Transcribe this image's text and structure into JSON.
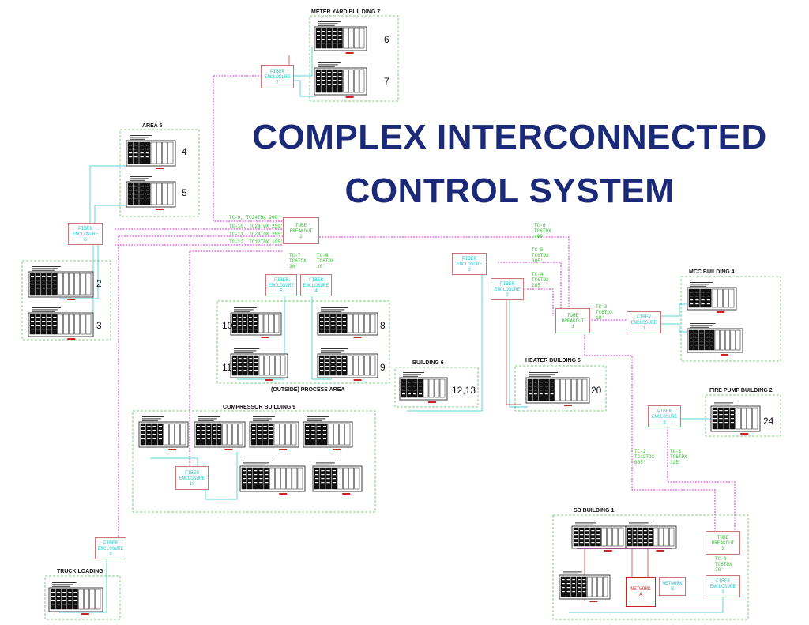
{
  "title": {
    "line1": "COMPLEX INTERCONNECTED",
    "line2": "CONTROL SYSTEM"
  },
  "areas": {
    "meter_yard": "METER YARD BUILDING 7",
    "area5": "AREA 5",
    "mcc": "MCC BUILDING 4",
    "building6": "BUILDING 6",
    "heater": "HEATER BUILDING 5",
    "process": "(OUTSIDE) PROCESS AREA",
    "compressor": "COMPRESSOR BUILDING 9",
    "fire_pump": "FIRE PUMP BUILDING 2",
    "sb": "SB BUILDING 1",
    "truck": "TRUCK LOADING"
  },
  "numbers": {
    "n6": "6",
    "n7": "7",
    "n4": "4",
    "n5": "5",
    "n2": "2",
    "n3": "3",
    "n10": "10",
    "n8": "8",
    "n11": "11",
    "n9": "9",
    "n1213": "12,13",
    "n20": "20",
    "n24": "24"
  },
  "boxes": {
    "fiber": "FIBER",
    "enclosure": "ENCLOSURE",
    "tube": "TUBE",
    "breakout": "BREAKOUT",
    "network": "NETWORK",
    "net_a": "A",
    "net_b": "B",
    "fe7": "7",
    "fe6": "6",
    "fe3": "3",
    "fe2": "2",
    "fe5": "5",
    "fe1": "1",
    "fe4": "4",
    "fe10": "10",
    "fe8": "8",
    "fe9": "9",
    "tb2": "2",
    "tb1": "1",
    "tb3": "3"
  },
  "cables": {
    "tc9": "TC-9, TC24TDX 200'",
    "tc10": "TC-10, TC24TDX 250'",
    "tc11": "TC-11, TC24TDX 265'",
    "tc12": "TC-12, TC12TDX 105'",
    "tc7a": "TC-7",
    "tc7b": "TC6TDX",
    "tc7c": "30'",
    "tc8a": "TC-8",
    "tc8b": "TC6TDX",
    "tc8c": "30'",
    "tc6a": "TC-6",
    "tc6b": "TC6TDX",
    "tc6c": "400'",
    "tc5a": "TC-5",
    "tc5b": "TC6TDX",
    "tc5c": "305'",
    "tc4a": "TC-4",
    "tc4b": "TC6TDX",
    "tc4c": "285'",
    "tc3a": "TC-3",
    "tc3b": "TC6TDX",
    "tc3c": "18'",
    "tc2a": "TC-2",
    "tc2b": "TC12TDX",
    "tc2c": "605'",
    "tc1a": "TC-1",
    "tc1b": "TC6TDX",
    "tc1c": "325'",
    "tc0a": "TC-0",
    "tc0b": "TC6TDX",
    "tc0c": "30'"
  },
  "colors": {
    "title": "#1b2a78",
    "fiber_line": "#cc33cc",
    "cyan": "#1fc6c6",
    "green": "#2bbf2b",
    "red": "#cc2222"
  }
}
